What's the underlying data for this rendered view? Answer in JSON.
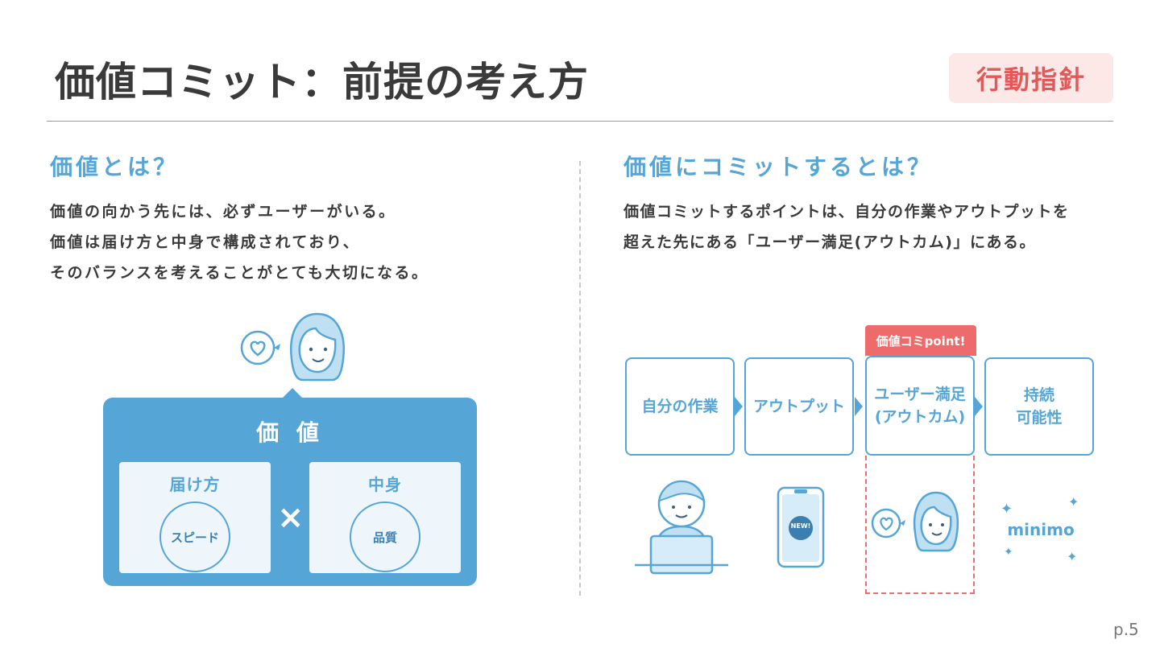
{
  "header": {
    "title": "価値コミット：前提の考え方",
    "badge": "行動指針"
  },
  "left": {
    "heading": "価値とは？",
    "body_lines": [
      "価値の向かう先には、必ずユーザーがいる。",
      "価値は届け方と中身で構成されており、",
      "そのバランスを考えることがとても大切になる。"
    ],
    "value_box": {
      "title": "価 値",
      "left_panel": {
        "label": "届け方",
        "circle": "スピード"
      },
      "right_panel": {
        "label": "中身",
        "circle": "品質"
      },
      "operator": "×"
    }
  },
  "right": {
    "heading": "価値にコミットするとは？",
    "body_lines": [
      "価値コミットするポイントは、自分の作業やアウトプットを",
      "超えた先にある「ユーザー満足(アウトカム)」にある。"
    ],
    "flow": [
      {
        "line1": "自分の作業",
        "line2": ""
      },
      {
        "line1": "アウトプット",
        "line2": ""
      },
      {
        "line1": "ユーザー満足",
        "line2": "(アウトカム)"
      },
      {
        "line1": "持続",
        "line2": "可能性"
      }
    ],
    "point_tag": "価値コミpoint!",
    "phone_badge": "NEW!",
    "brand": "minimo"
  },
  "footer": {
    "page": "p.5"
  },
  "colors": {
    "accent_blue": "#55a5d6",
    "accent_red": "#ee6b6b",
    "badge_bg": "#fde8e8",
    "text": "#3a3a3a"
  }
}
